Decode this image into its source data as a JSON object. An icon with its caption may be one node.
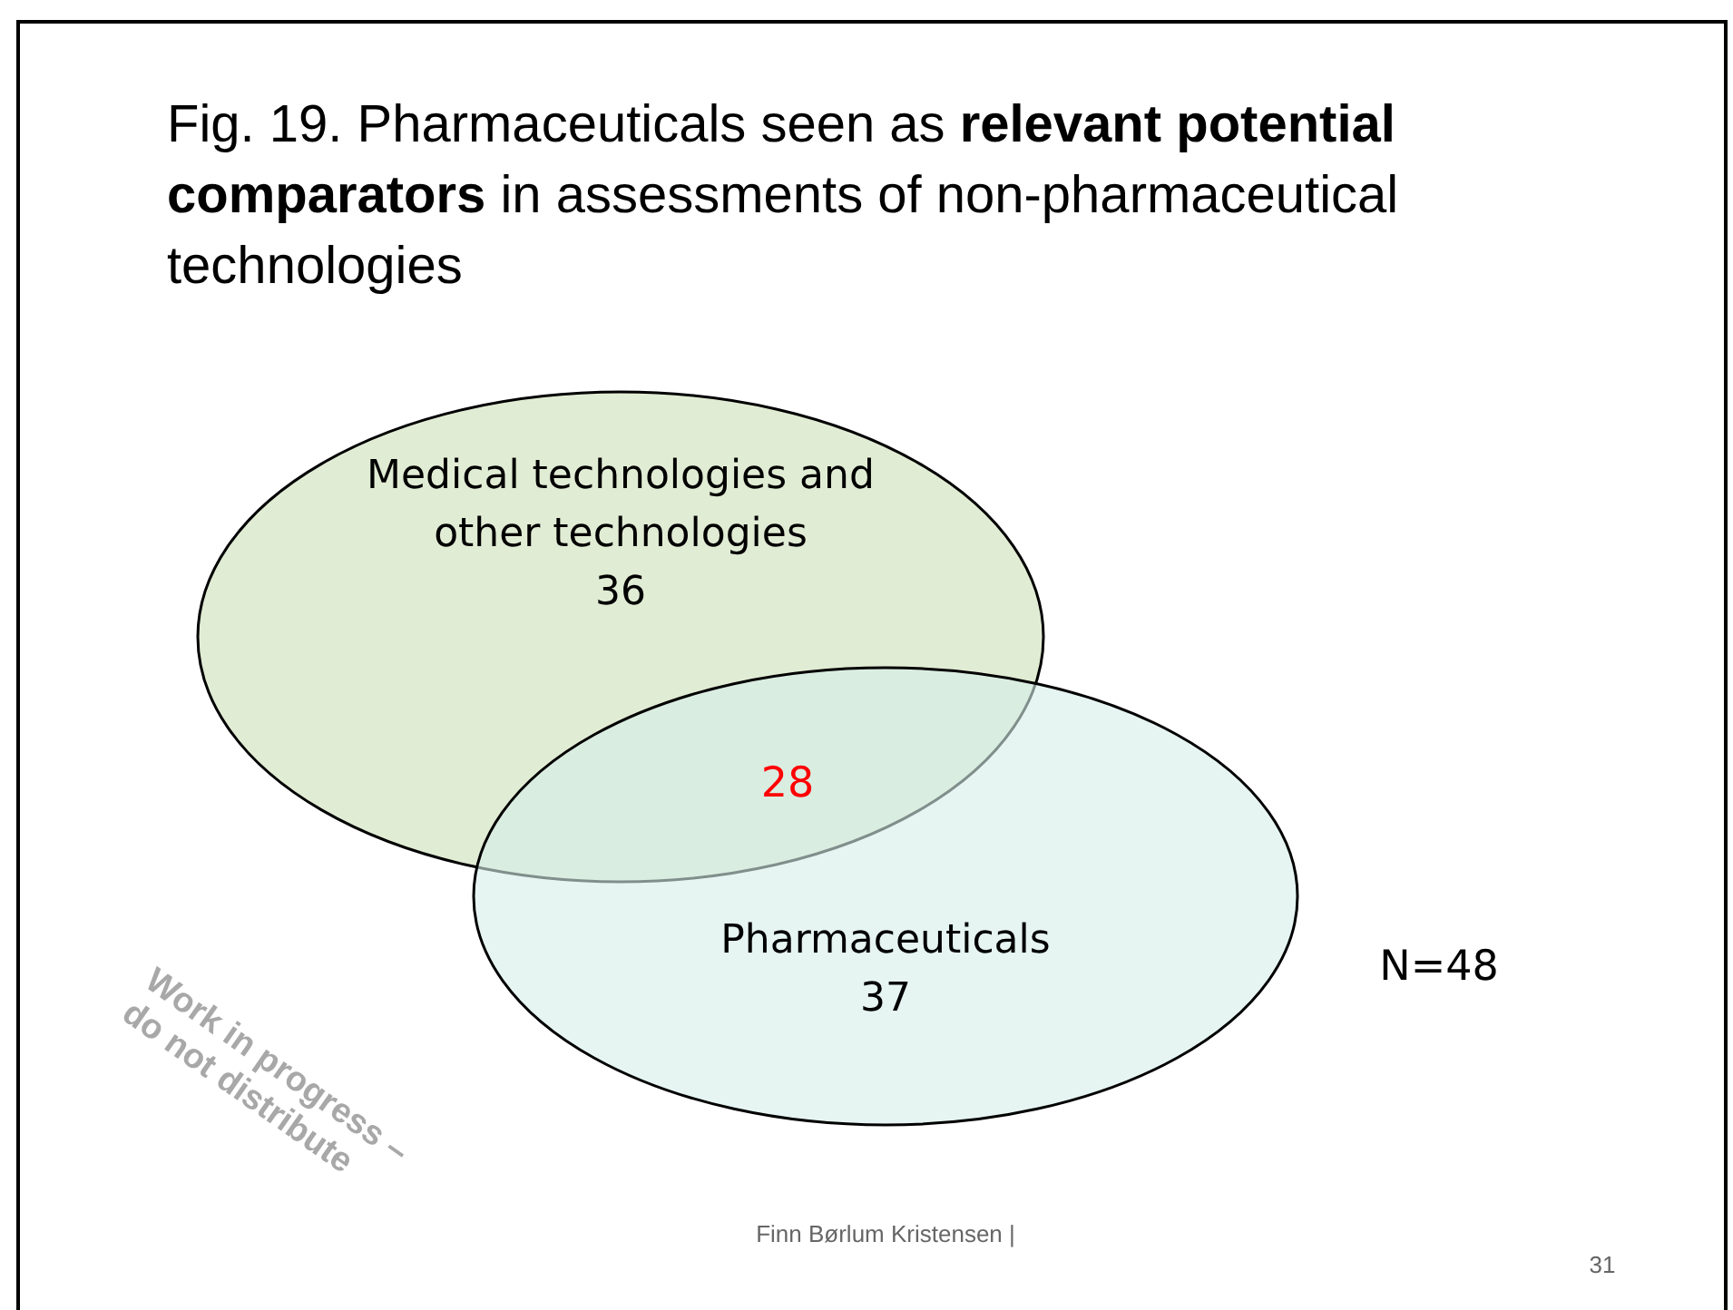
{
  "diagram": {
    "title": "Fig. 19. Pharmaceuticals seen as **relevant potential comparators** in assessments of non-pharmaceutical technologies",
    "nodes": [
      {
        "text": [
          "Medical technologies and other technologies",
          "36"
        ]
      },
      {
        "text": [
          "Pharmaceuticals",
          "37"
        ]
      }
    ],
    "labels": [
      "28",
      "N=48",
      "Work in progress – do not distribute",
      "Finn Børlum Kristensen |",
      "31"
    ]
  }
}
